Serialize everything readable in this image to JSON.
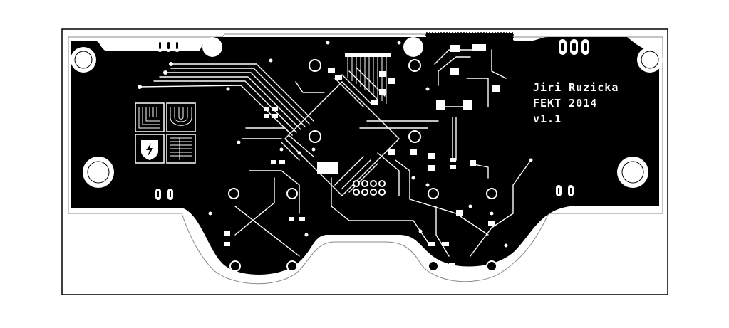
{
  "board": {
    "silkscreen_lines": [
      "Jiri Ruzicka",
      "FEKT 2014",
      "v1.1"
    ]
  },
  "colors": {
    "copper": "#000000",
    "background": "#ffffff",
    "outline": "#000000"
  },
  "icons": {
    "logo": "fekt-vut-logo",
    "mounting_hole": "mounting-hole-icon"
  }
}
